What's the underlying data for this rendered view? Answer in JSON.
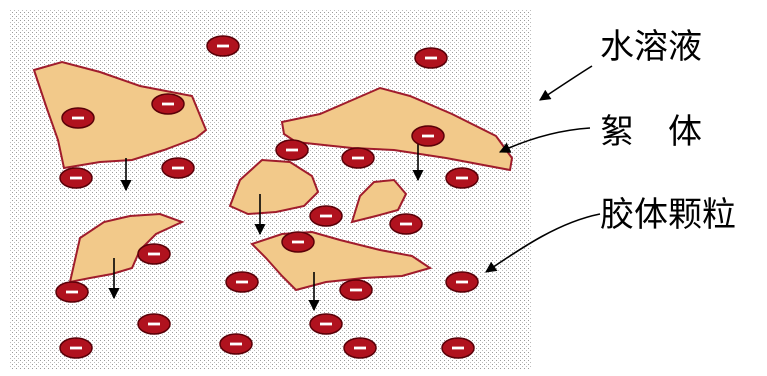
{
  "labels": {
    "solution": "水溶液",
    "floc": "絮　体",
    "particle": "胶体颗粒"
  },
  "particle_symbol": "−",
  "colors": {
    "background_dots": "#9a9a9a",
    "floc_fill": "#f2c98a",
    "floc_stroke": "#a01c2c",
    "particle_fill": "#b0121e",
    "particle_stroke": "#5a0008",
    "particle_symbol": "#ffffff",
    "arrow": "#000000"
  }
}
